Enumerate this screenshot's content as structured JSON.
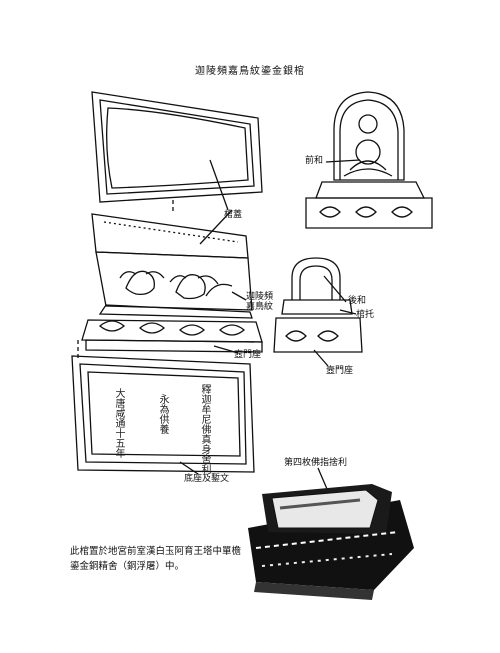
{
  "title": "迦陵頻嘉鳥紋鎏金銀棺",
  "labels": {
    "front": "前和",
    "lid": "棺蓋",
    "kalavinka": "迦陵頻\n嘉鳥紋",
    "back": "後和",
    "coffin_support": "棺托",
    "door_base_left": "壼門座",
    "door_base_right": "壼門座",
    "base_inscription": "底座及鏨文",
    "fourth_relic": "第四枚佛指捨利"
  },
  "inscription_columns": [
    "釋迦牟尼佛真身舍利",
    "永為供養",
    "大唐咸通十五年"
  ],
  "caption": "此棺置於地宮前室漢白玉阿育王塔中單檐鎏金銅精舍（銅浮屠）中。"
}
